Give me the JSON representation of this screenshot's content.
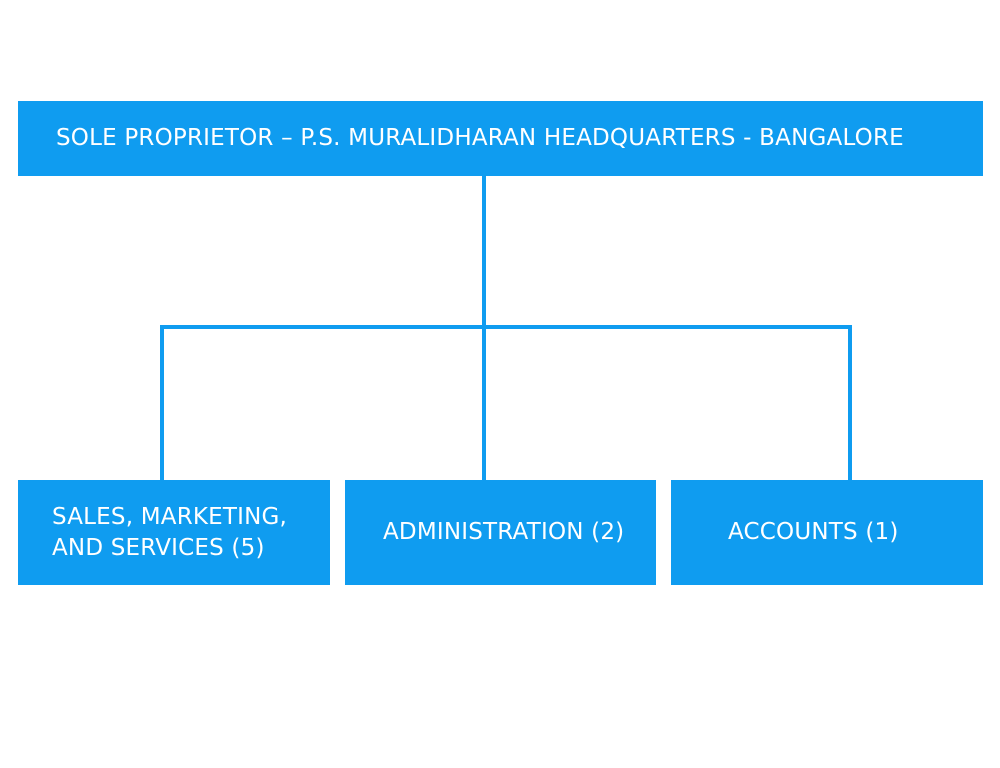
{
  "org_chart": {
    "colors": {
      "node_fill": "#0f9cf0",
      "node_text": "#ffffff",
      "connector": "#0f9cf0",
      "background": "#ffffff"
    },
    "root": {
      "label": "SOLE PROPRIETOR – P.S. MURALIDHARAN  HEADQUARTERS - BANGALORE"
    },
    "departments": [
      {
        "label": "SALES, MARKETING,\nAND SERVICES (5)"
      },
      {
        "label": "ADMINISTRATION (2)"
      },
      {
        "label": "ACCOUNTS (1)"
      }
    ]
  }
}
